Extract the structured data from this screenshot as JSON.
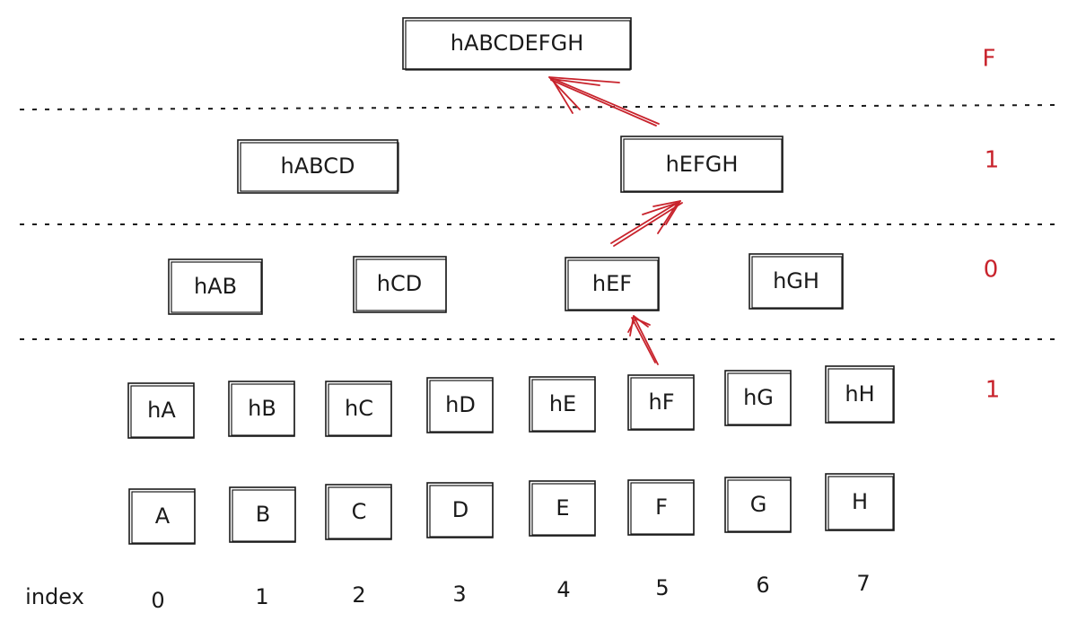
{
  "colors": {
    "ink": "#1a1a1a",
    "accent": "#c8232c"
  },
  "index_label": "index",
  "indices": [
    "0",
    "1",
    "2",
    "3",
    "4",
    "5",
    "6",
    "7"
  ],
  "leaves": [
    "A",
    "B",
    "C",
    "D",
    "E",
    "F",
    "G",
    "H"
  ],
  "hashes": [
    "hA",
    "hB",
    "hC",
    "hD",
    "hE",
    "hF",
    "hG",
    "hH"
  ],
  "level1": [
    "hAB",
    "hCD",
    "hEF",
    "hGH"
  ],
  "level2": [
    "hABCD",
    "hEFGH"
  ],
  "root": "hABCDEFGH",
  "side_labels": [
    "F",
    "1",
    "0",
    "1"
  ]
}
